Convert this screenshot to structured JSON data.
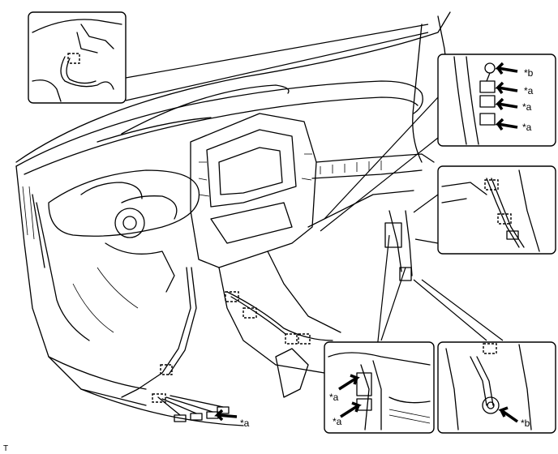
{
  "labels": {
    "a": "*a",
    "b": "*b"
  },
  "figure_code": "T",
  "colors": {
    "line": "#000000",
    "background": "#ffffff"
  },
  "icons": [
    "pointer-arrow-icon",
    "clip-location-marker-icon"
  ]
}
